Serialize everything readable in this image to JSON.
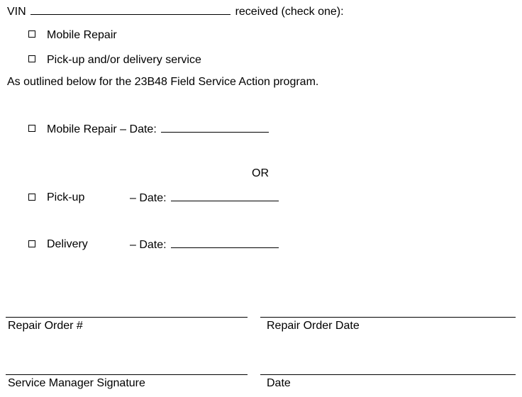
{
  "vin_line": {
    "label": "VIN",
    "suffix": "received (check one):"
  },
  "options": [
    {
      "label": "Mobile Repair"
    },
    {
      "label": "Pick-up and/or delivery service"
    }
  ],
  "program_text": "As outlined below for the 23B48 Field Service Action program.",
  "schedule": {
    "mobile_repair": {
      "label": "Mobile Repair",
      "date_label": "– Date:"
    },
    "or_text": "OR",
    "pickup": {
      "label": "Pick-up",
      "date_label": "– Date:"
    },
    "delivery": {
      "label": "Delivery",
      "date_label": "– Date:"
    }
  },
  "signature_fields": {
    "repair_order_number": "Repair Order #",
    "repair_order_date": "Repair Order Date",
    "service_manager_signature": "Service Manager Signature",
    "date": "Date"
  }
}
